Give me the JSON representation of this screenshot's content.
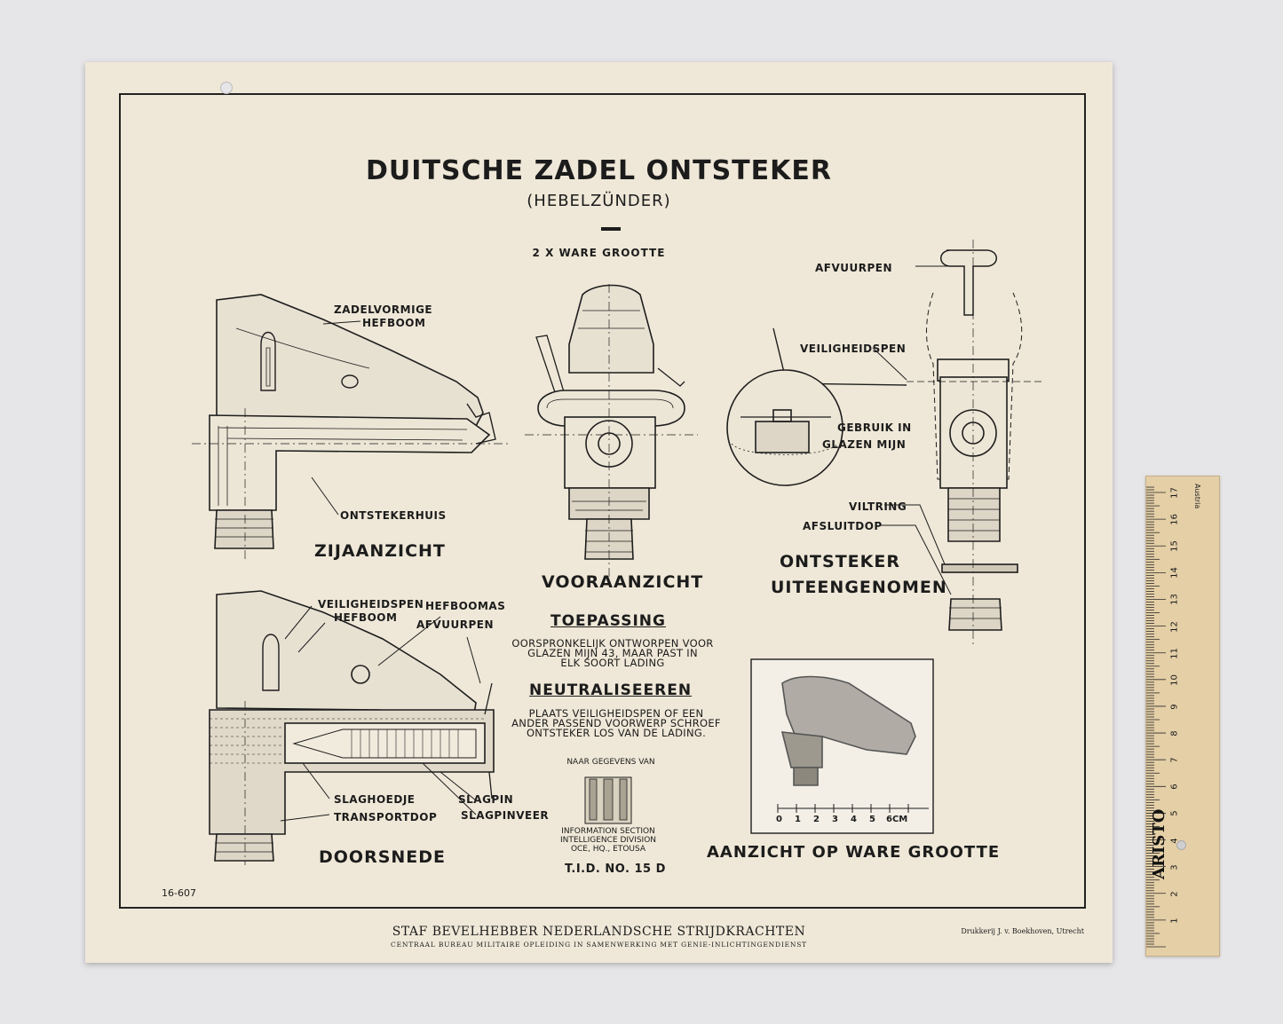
{
  "poster": {
    "title": "DUITSCHE ZADEL ONTSTEKER",
    "subtitle": "(HEBELZÜNDER)",
    "scale_note": "2 X WARE GROOTTE",
    "sheet_number": "16-607",
    "views": {
      "side": "ZIJAANZICHT",
      "front": "VOORAANZICHT",
      "exploded_line1": "ONTSTEKER",
      "exploded_line2": "UITEENGENOMEN",
      "section": "DOORSNEDE",
      "true_size": "AANZICHT OP WARE GROOTTE"
    },
    "labels": {
      "zadelvormige": "ZADELVORMIGE",
      "hefboom": "HEFBOOM",
      "ontstekerhuis": "ONTSTEKERHUIS",
      "afvuurpen": "AFVUURPEN",
      "veiligheidspen": "VEILIGHEIDSPEN",
      "gebruik_in": "GEBRUIK IN",
      "glazen_mijn": "GLAZEN MIJN",
      "viltring": "VILTRING",
      "afsluitdop": "AFSLUITDOP",
      "section_veiligheidspen": "VEILIGHEIDSPEN",
      "section_hefboom": "HEFBOOM",
      "hefboomas": "HEFBOOMAS",
      "section_afvuurpen": "AFVUURPEN",
      "slaghoedje": "SLAGHOEDJE",
      "transportdop": "TRANSPORTDOP",
      "slagpin": "SLAGPIN",
      "slagpinveer": "SLAGPINVEER"
    },
    "toepassing": {
      "heading": "TOEPASSING",
      "line1": "OORSPRONKELIJK ONTWORPEN VOOR",
      "line2": "GLAZEN MIJN 43, MAAR PAST IN",
      "line3": "ELK SOORT LADING"
    },
    "neutraliseeren": {
      "heading": "NEUTRALISEEREN",
      "line1": "PLAATS VEILIGHEIDSPEN OF EEN",
      "line2": "ANDER PASSEND VOORWERP SCHROEF",
      "line3": "ONTSTEKER LOS VAN DE LADING."
    },
    "source": {
      "naar": "NAAR GEGEVENS VAN",
      "line1": "INFORMATION SECTION",
      "line2": "INTELLIGENCE DIVISION",
      "line3": "OCE, HQ., ETOUSA",
      "tid": "T.I.D. NO. 15 D"
    },
    "photo_scale": {
      "ticks": [
        "0",
        "1",
        "2",
        "3",
        "4",
        "5"
      ],
      "unit": "6CM"
    },
    "footer": {
      "line1": "STAF BEVELHEBBER NEDERLANDSCHE STRIJDKRACHTEN",
      "line2": "CENTRAAL BUREAU MILITAIRE OPLEIDING IN SAMENWERKING MET GENIE-INLICHTINGENDIENST",
      "printer": "Drukkerij J. v. Boekhoven, Utrecht"
    }
  },
  "ruler": {
    "brand": "ARISTO",
    "country": "Austria",
    "numbers": [
      "1",
      "2",
      "3",
      "4",
      "5",
      "6",
      "7",
      "8",
      "9",
      "10",
      "11",
      "12",
      "13",
      "14",
      "15",
      "16",
      "17"
    ]
  }
}
